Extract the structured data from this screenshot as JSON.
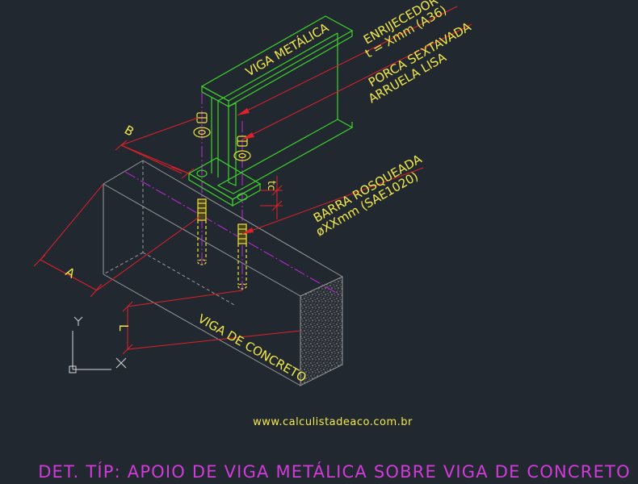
{
  "colors": {
    "background": "#212830",
    "beam": "#3fd42a",
    "concrete": "#9a9a9a",
    "leader": "#e0202a",
    "bolt": "#f1e23a",
    "label": "#f3e94a",
    "centerline": "#c22ad9",
    "title": "#d23ad9",
    "ucs": "#d8d8d8",
    "url": "#f3e94a"
  },
  "labels": {
    "viga_metalica": "VIGA METÁLICA",
    "enrijecedor": "ENRIJECEDOR",
    "enrijecedor_spec": "t = Xmm (A36)",
    "porca": "PORCA SEXTAVADA",
    "arruela": "ARRUELA LISA",
    "barra": "BARRA ROSQUEADA",
    "barra_spec": "øXXmm (SAE1020)",
    "viga_concreto": "VIGA DE CONCRETO"
  },
  "dimensions": {
    "a": "A",
    "b": "B",
    "l": "L",
    "tc": "tc"
  },
  "ucs": {
    "x": "X",
    "y": "Y"
  },
  "website": "www.calculistadeaco.com.br",
  "title": "DET. TÍP: APOIO DE VIGA METÁLICA SOBRE VIGA DE CONCRETO"
}
